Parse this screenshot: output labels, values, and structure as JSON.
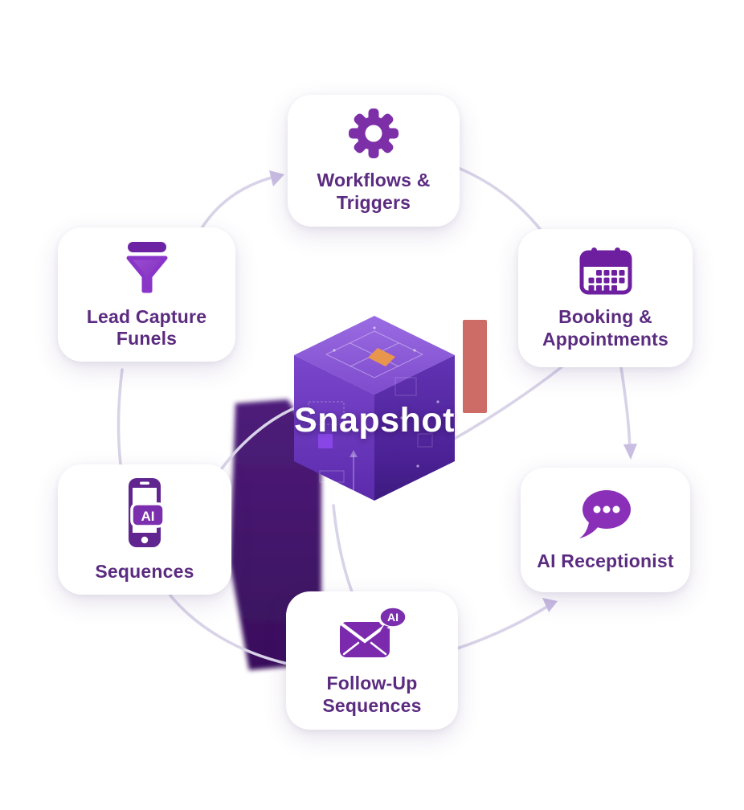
{
  "center": {
    "label": "Snapshot"
  },
  "cards": {
    "workflows": {
      "line1": "Workflows &",
      "line2": "Triggers",
      "icon": "gear-icon"
    },
    "booking": {
      "line1": "Booking &",
      "line2": "Appointments",
      "icon": "calendar-icon"
    },
    "receptionist": {
      "line1": "AI Receptionist",
      "icon": "chat-bubble-icon"
    },
    "followup": {
      "line1": "Follow-Up",
      "line2": "Sequences",
      "icon": "envelope-icon",
      "badge": "AI"
    },
    "sequences": {
      "line1": "Sequences",
      "icon": "smartphone-icon",
      "badge": "AI"
    },
    "leadcapture": {
      "line1": "Lead Capture",
      "line2": "Funels",
      "icon": "funnel-icon"
    }
  },
  "colors": {
    "icon_purple": "#7b2fae",
    "text_purple": "#5b2b80",
    "cube_top": "#8a5ad6",
    "cube_left": "#6b39c0",
    "cube_right": "#5527a2",
    "accent_orange": "#e8964e",
    "connector": "#d9d3e8",
    "arrowhead": "#c9bde2",
    "shadow_blob": "#451a6c",
    "red_bar": "#c85b57"
  }
}
